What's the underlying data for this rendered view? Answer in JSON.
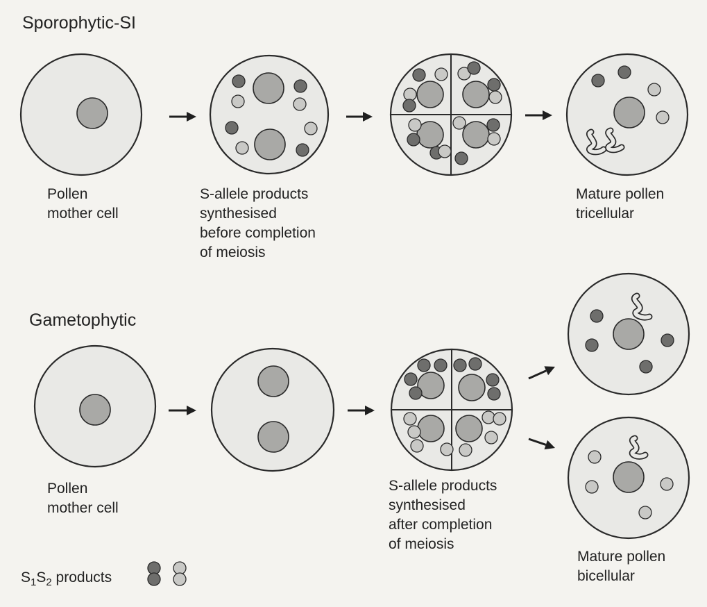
{
  "sporophytic": {
    "title": "Sporophytic-SI",
    "label_pmc": "Pollen\nmother cell",
    "label_synth": "S-allele products\nsynthesised\nbefore completion\nof meiosis",
    "label_mature": "Mature pollen\ntricellular"
  },
  "gametophytic": {
    "title": "Gametophytic",
    "label_pmc": "Pollen\nmother cell",
    "label_synth": "S-allele products\nsynthesised\nafter completion\nof meiosis",
    "label_mature": "Mature pollen\nbicellular"
  },
  "legend": {
    "prefix": "S",
    "sub1": "1",
    "mid": "S",
    "sub2": "2",
    "suffix": " products"
  },
  "colors": {
    "cell_fill": "#e9e9e6",
    "outline": "#2a2a2a",
    "nucleus_fill": "#a9a9a6",
    "s1_dark": "#6e6e6c",
    "s2_light": "#c9c9c6",
    "background": "#f4f3ef"
  }
}
